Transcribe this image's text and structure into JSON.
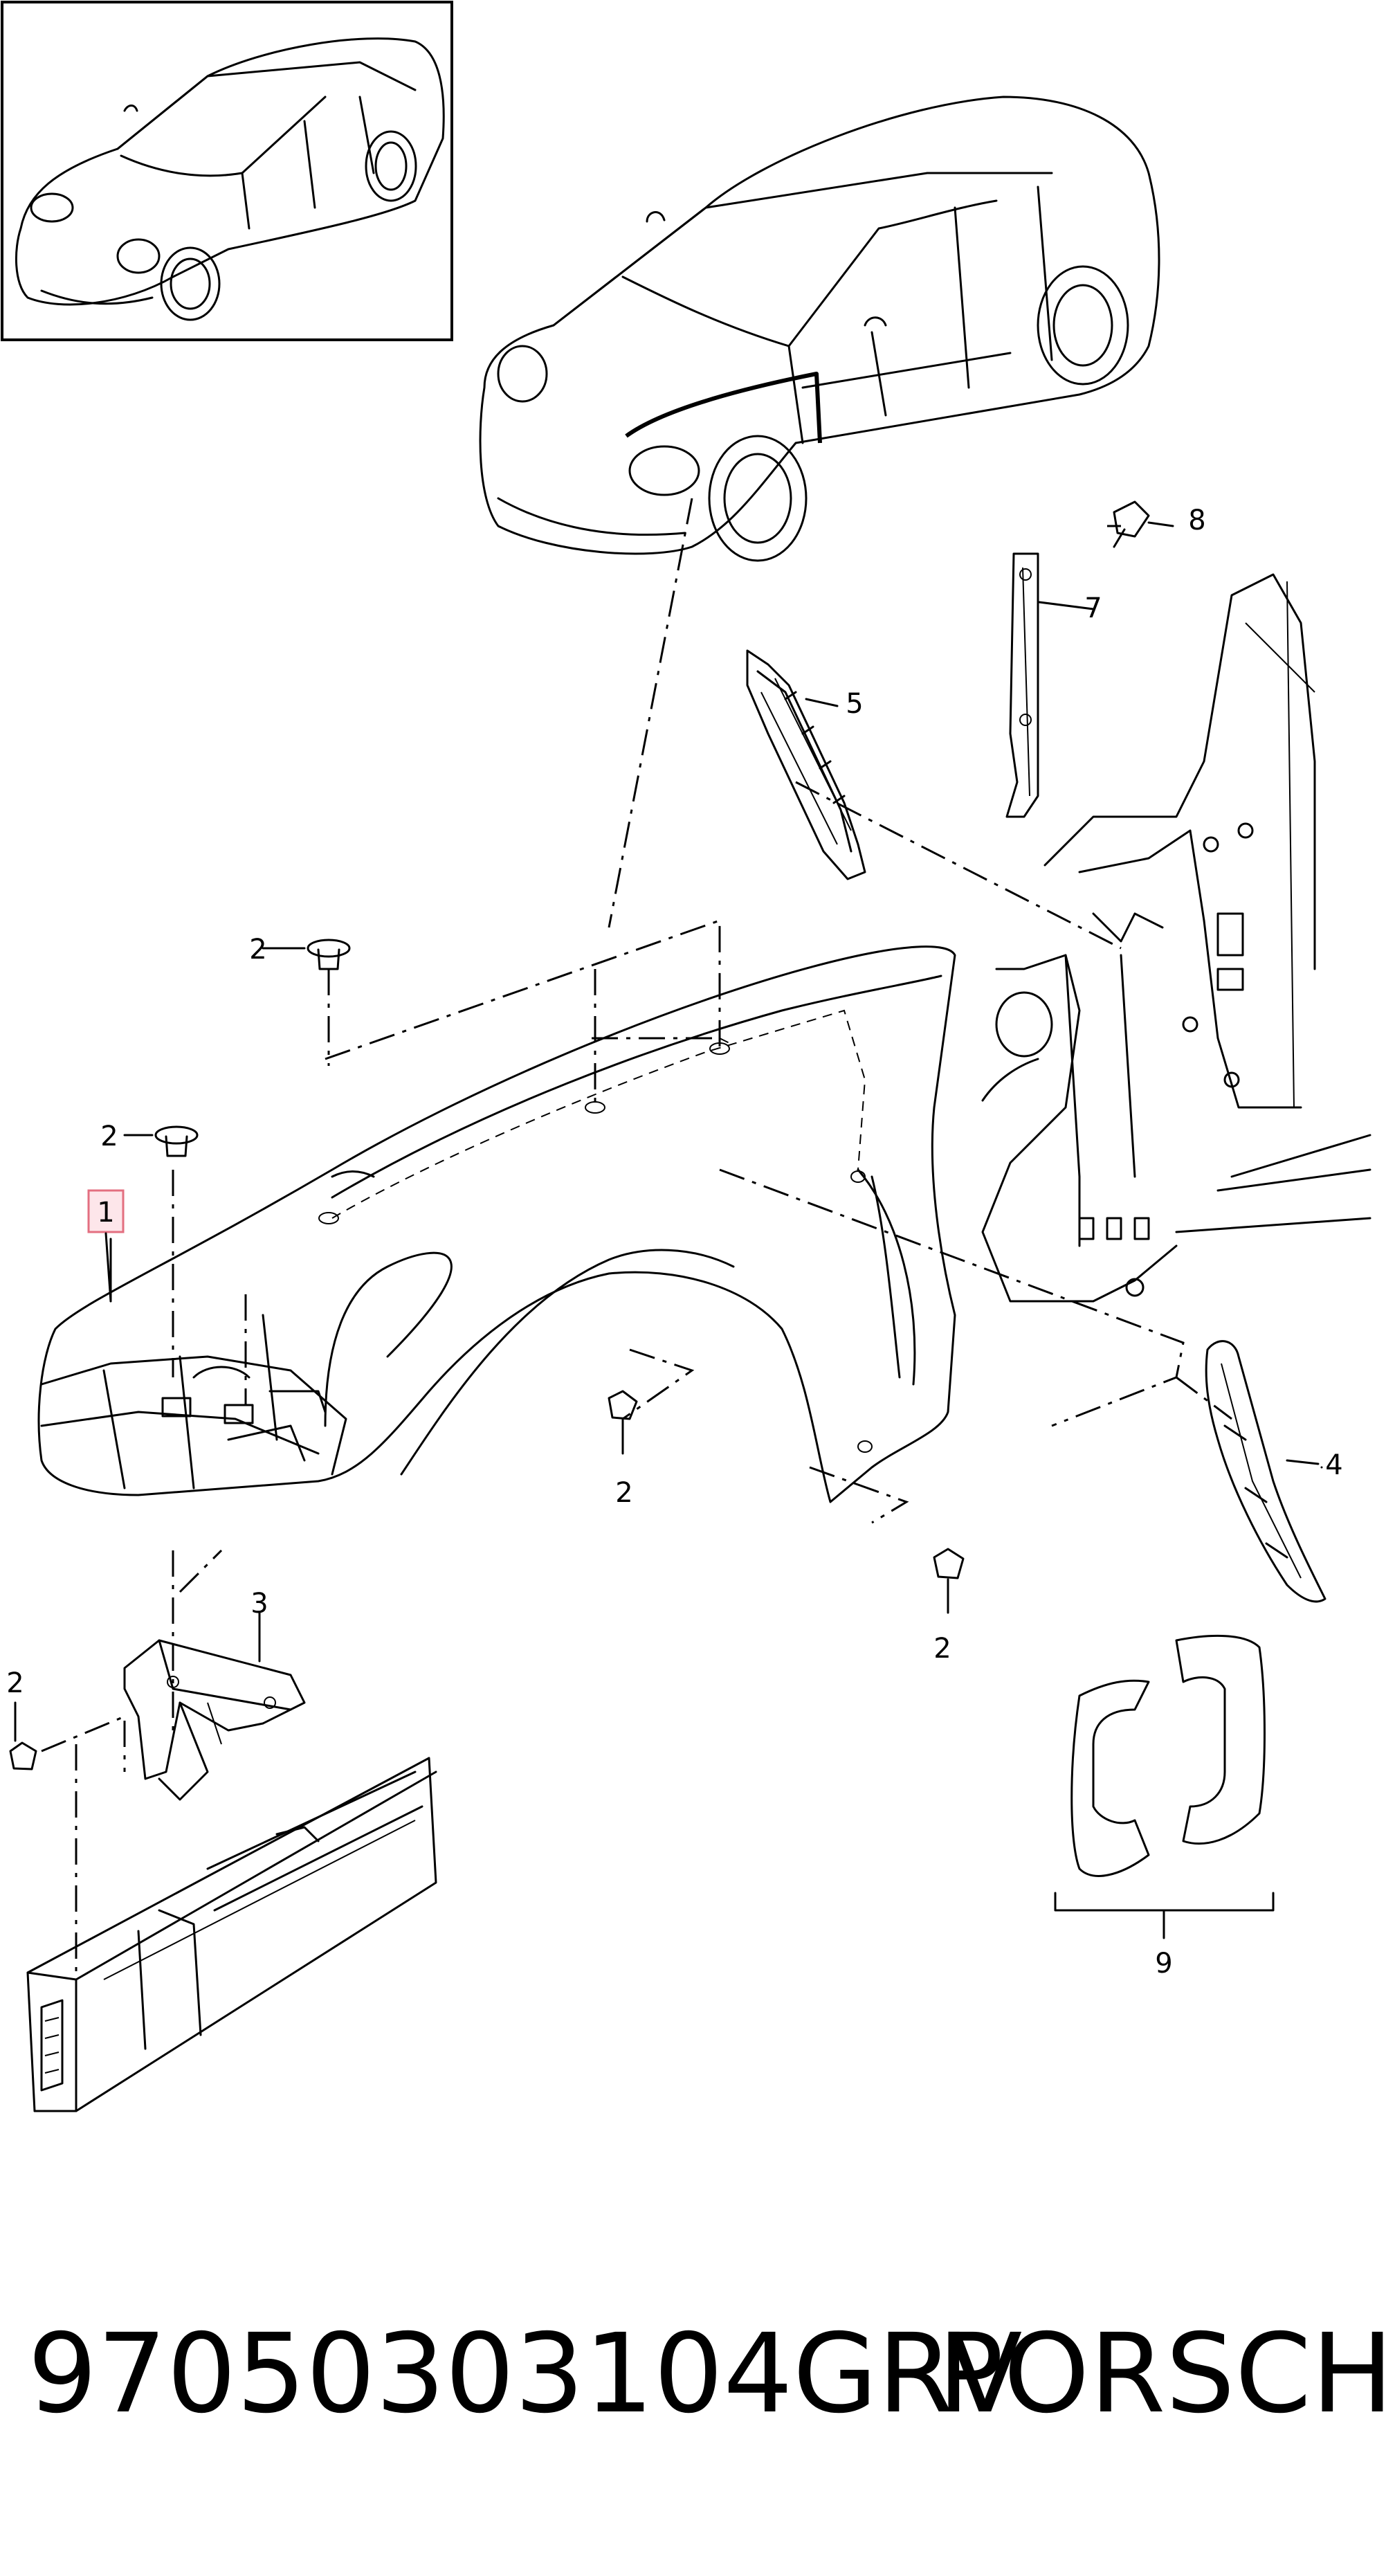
{
  "diagram": {
    "callouts": [
      {
        "id": "c1",
        "label": "1",
        "highlighted": true
      },
      {
        "id": "c2a",
        "label": "2"
      },
      {
        "id": "c2b",
        "label": "2"
      },
      {
        "id": "c2c",
        "label": "2"
      },
      {
        "id": "c2d",
        "label": "2"
      },
      {
        "id": "c2e",
        "label": "2"
      },
      {
        "id": "c3",
        "label": "3"
      },
      {
        "id": "c4",
        "label": "4"
      },
      {
        "id": "c5",
        "label": "5"
      },
      {
        "id": "c7",
        "label": "7"
      },
      {
        "id": "c8",
        "label": "8"
      },
      {
        "id": "c9",
        "label": "9"
      }
    ],
    "highlight_color": "#e36f80",
    "line_color": "#000000"
  },
  "footer": {
    "part_number": "97050303104GRV",
    "brand": "PORSCHE"
  }
}
